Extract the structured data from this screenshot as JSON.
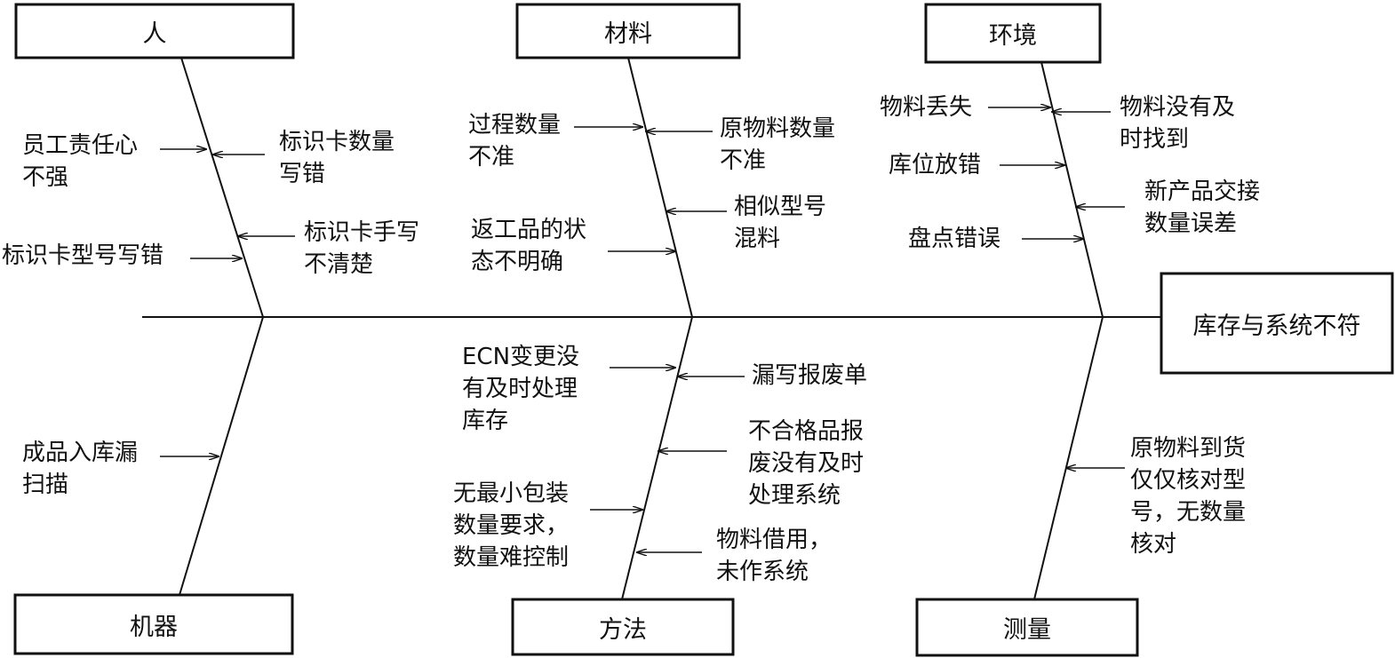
{
  "effect": "库存与系统不符",
  "categories": {
    "man": "人",
    "material": "材料",
    "environment": "环境",
    "machine": "机器",
    "method": "方法",
    "measurement": "测量"
  },
  "causes": {
    "man_1": "员工责任心\n不强",
    "man_2": "标识卡数量\n写错",
    "man_3": "标识卡手写\n不清楚",
    "man_4": "标识卡型号写错",
    "material_1": "过程数量\n不准",
    "material_2": "原物料数量\n不准",
    "material_3": "相似型号\n混料",
    "material_4": "返工品的状\n态不明确",
    "environment_1": "物料丢失",
    "environment_2": "物料没有及\n时找到",
    "environment_3": "库位放错",
    "environment_4": "新产品交接\n数量误差",
    "environment_5": "盘点错误",
    "machine_1": "成品入库漏\n扫描",
    "method_1": "ECN变更没\n有及时处理\n库存",
    "method_2": "漏写报废单",
    "method_3": "不合格品报\n废没有及时\n处理系统",
    "method_4": "无最小包装\n数量要求，\n数量难控制",
    "method_5": "物料借用，\n未作系统",
    "measurement_1": "原物料到货\n仅仅核对型\n号，无数量\n核对"
  }
}
